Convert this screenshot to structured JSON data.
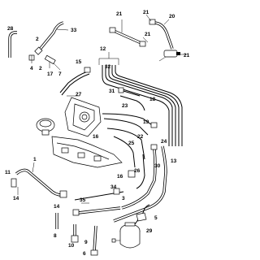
{
  "callouts": [
    {
      "id": "c28",
      "text": "28"
    },
    {
      "id": "c33",
      "text": "33"
    },
    {
      "id": "c2a",
      "text": "2"
    },
    {
      "id": "c4",
      "text": "4"
    },
    {
      "id": "c2b",
      "text": "2"
    },
    {
      "id": "c17",
      "text": "17"
    },
    {
      "id": "c7",
      "text": "7"
    },
    {
      "id": "c15",
      "text": "15"
    },
    {
      "id": "c12",
      "text": "12"
    },
    {
      "id": "c32",
      "text": "32"
    },
    {
      "id": "c21a",
      "text": "21"
    },
    {
      "id": "c21b",
      "text": "21"
    },
    {
      "id": "c20",
      "text": "20"
    },
    {
      "id": "c21c",
      "text": "21"
    },
    {
      "id": "c21d",
      "text": "21"
    },
    {
      "id": "c27",
      "text": "27"
    },
    {
      "id": "c31",
      "text": "31"
    },
    {
      "id": "c23",
      "text": "23"
    },
    {
      "id": "c18",
      "text": "18"
    },
    {
      "id": "c19",
      "text": "19"
    },
    {
      "id": "c22",
      "text": "22"
    },
    {
      "id": "c24",
      "text": "24"
    },
    {
      "id": "c25",
      "text": "25"
    },
    {
      "id": "c30",
      "text": "30"
    },
    {
      "id": "c13",
      "text": "13"
    },
    {
      "id": "c26",
      "text": "26"
    },
    {
      "id": "c16a",
      "text": "16"
    },
    {
      "id": "c16b",
      "text": "16"
    },
    {
      "id": "c11",
      "text": "11"
    },
    {
      "id": "c14a",
      "text": "14"
    },
    {
      "id": "c1",
      "text": "1"
    },
    {
      "id": "c14b",
      "text": "14"
    },
    {
      "id": "c34",
      "text": "34"
    },
    {
      "id": "c35",
      "text": "35"
    },
    {
      "id": "c3",
      "text": "3"
    },
    {
      "id": "c5",
      "text": "5"
    },
    {
      "id": "c29",
      "text": "29"
    },
    {
      "id": "c8",
      "text": "8"
    },
    {
      "id": "c10",
      "text": "10"
    },
    {
      "id": "c9",
      "text": "9"
    },
    {
      "id": "c6",
      "text": "6"
    }
  ]
}
